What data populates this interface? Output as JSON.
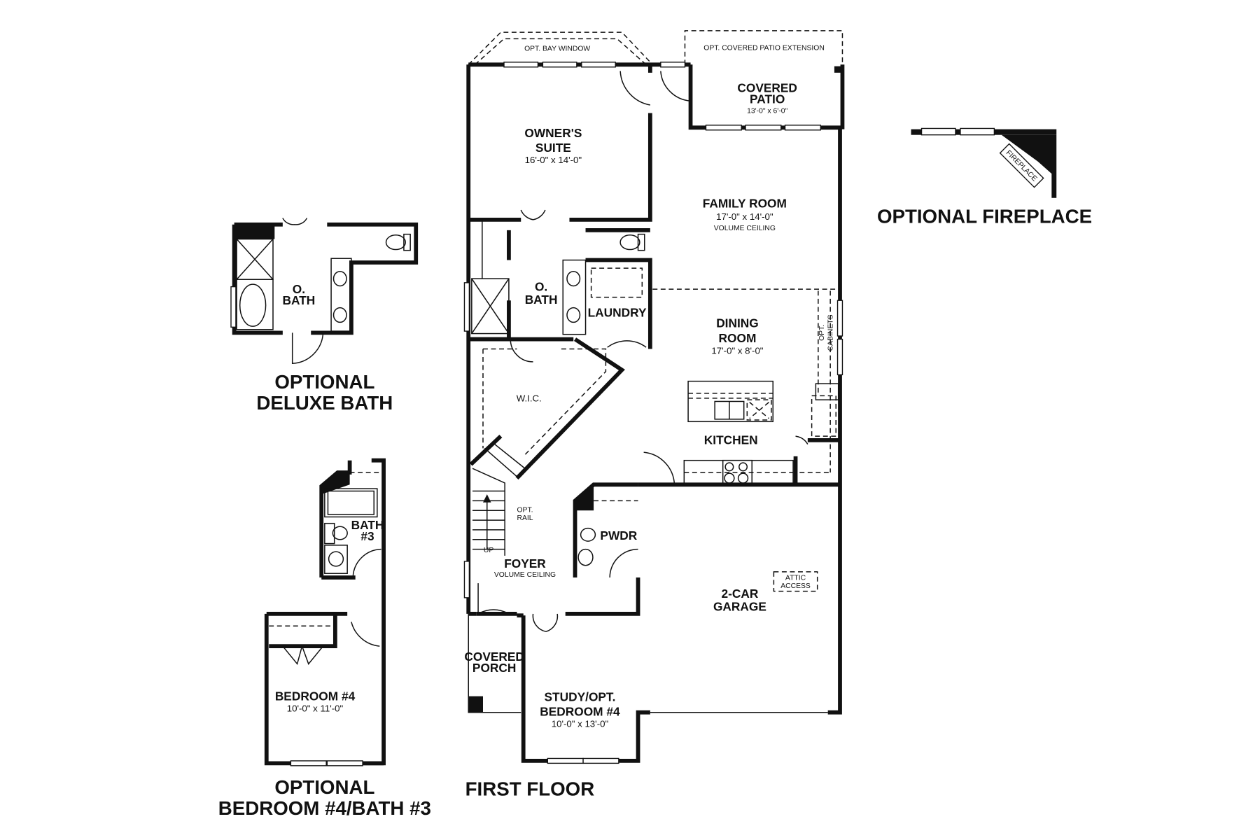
{
  "plan": {
    "main_title": "FIRST FLOOR",
    "options": {
      "fireplace_title": "OPTIONAL FIREPLACE",
      "fireplace_label": "FIREPLACE",
      "deluxe_bath_title_1": "OPTIONAL",
      "deluxe_bath_title_2": "DELUXE BATH",
      "deluxe_bath_room_1": "O.",
      "deluxe_bath_room_2": "BATH",
      "bed4_title_1": "OPTIONAL",
      "bed4_title_2": "BEDROOM #4/BATH #3",
      "bath3_1": "BATH",
      "bath3_2": "#3",
      "bed4_name": "BEDROOM #4",
      "bed4_dim": "10'-0\" x 11'-0\""
    },
    "annotations": {
      "bay_window": "OPT. BAY WINDOW",
      "patio_ext": "OPT. COVERED PATIO EXTENSION",
      "opt_cabinets_1": "OPT.",
      "opt_cabinets_2": "CABINETS",
      "opt_rail_1": "OPT.",
      "opt_rail_2": "RAIL",
      "up": "UP",
      "attic_1": "ATTIC",
      "attic_2": "ACCESS",
      "wic": "W.I.C."
    },
    "rooms": {
      "owners_suite": {
        "name_1": "OWNER'S",
        "name_2": "SUITE",
        "dim": "16'-0\" x 14'-0\""
      },
      "covered_patio": {
        "name_1": "COVERED",
        "name_2": "PATIO",
        "dim": "13'-0\" x 6'-0\""
      },
      "family_room": {
        "name": "FAMILY ROOM",
        "dim": "17'-0\" x 14'-0\"",
        "note": "VOLUME CEILING"
      },
      "o_bath": {
        "name_1": "O.",
        "name_2": "BATH"
      },
      "laundry": {
        "name": "LAUNDRY"
      },
      "dining_room": {
        "name_1": "DINING",
        "name_2": "ROOM",
        "dim": "17'-0\" x 8'-0\""
      },
      "kitchen": {
        "name": "KITCHEN"
      },
      "pwdr": {
        "name": "PWDR"
      },
      "foyer": {
        "name": "FOYER",
        "note": "VOLUME CEILING"
      },
      "garage": {
        "name_1": "2-CAR",
        "name_2": "GARAGE"
      },
      "covered_porch": {
        "name_1": "COVERED",
        "name_2": "PORCH"
      },
      "study": {
        "name_1": "STUDY/OPT.",
        "name_2": "BEDROOM #4",
        "dim": "10'-0\" x 13'-0\""
      }
    }
  }
}
